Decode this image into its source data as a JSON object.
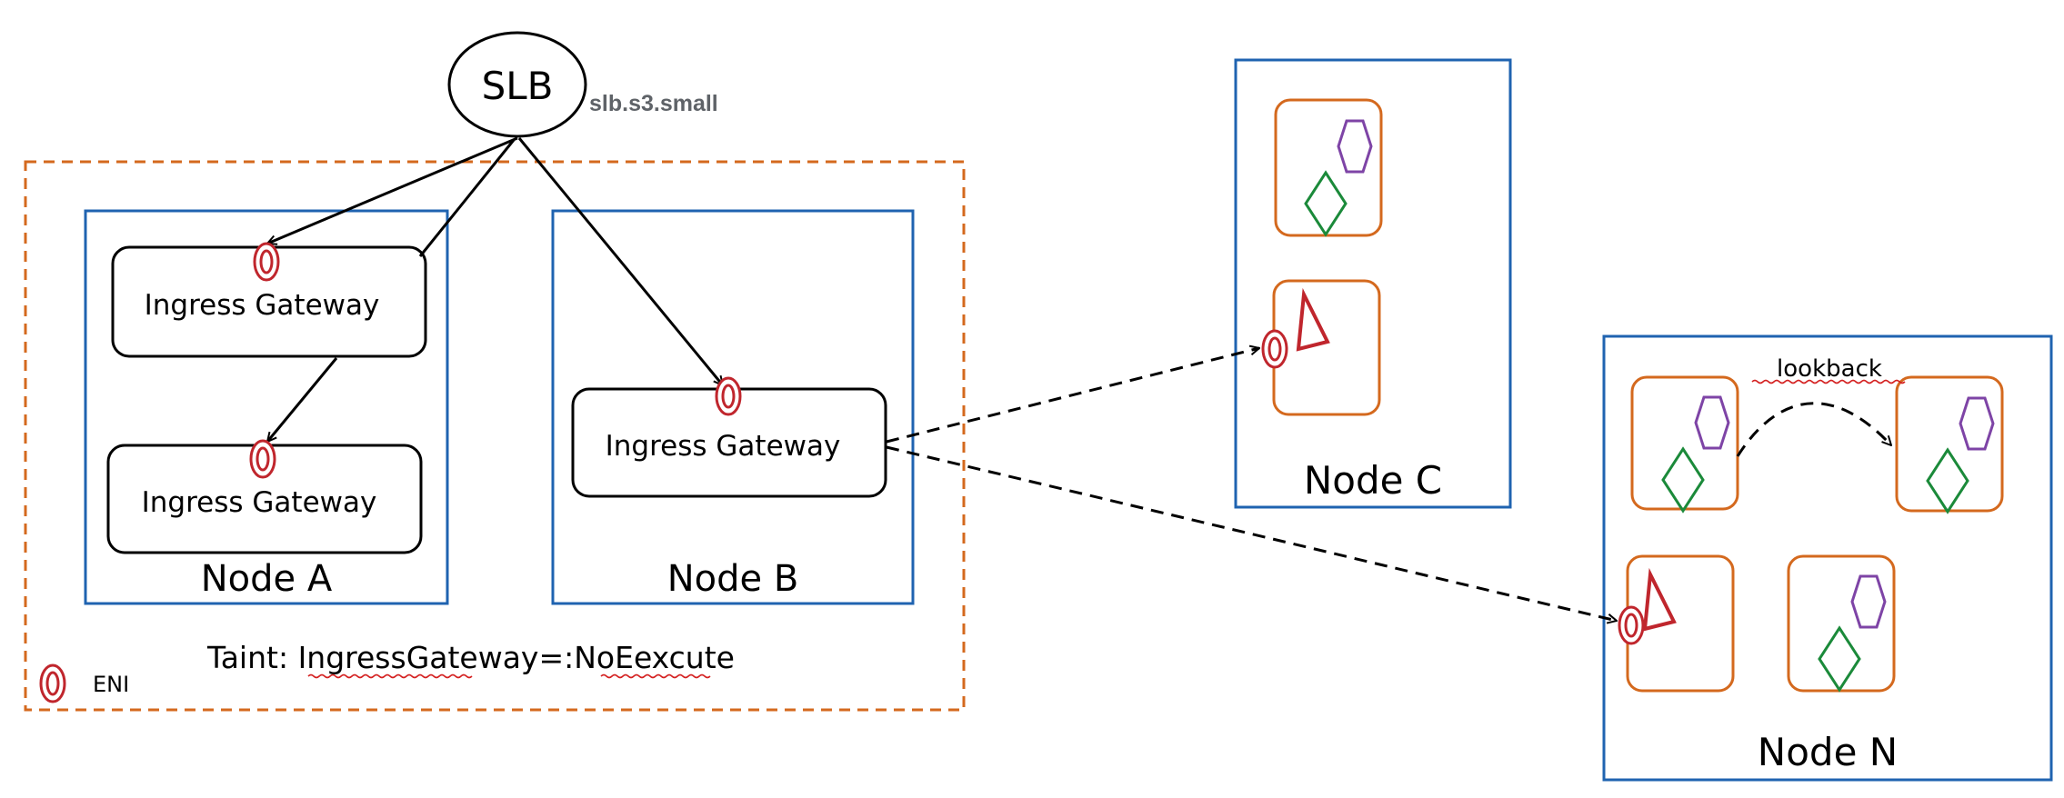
{
  "slb": {
    "label": "SLB",
    "spec": "slb.s3.small"
  },
  "nodes": {
    "a": {
      "label": "Node A",
      "gateways": [
        "Ingress Gateway",
        "Ingress Gateway"
      ]
    },
    "b": {
      "label": "Node B",
      "gateways": [
        "Ingress Gateway"
      ]
    },
    "c": {
      "label": "Node C"
    },
    "n": {
      "label": "Node N",
      "loopback_label": "lookback"
    }
  },
  "taint": {
    "prefix": "Taint: ",
    "value": "IngressGateway=:NoEexcute"
  },
  "legend": {
    "eni_label": "ENI"
  },
  "colors": {
    "node_border": "#1f63b0",
    "pod_border": "#d4691e",
    "eni": "#c0262d",
    "hexagon": "#7e44a6",
    "diamond": "#1b8a3a",
    "triangle": "#c0262d",
    "taint_zone": "#d4691e"
  }
}
